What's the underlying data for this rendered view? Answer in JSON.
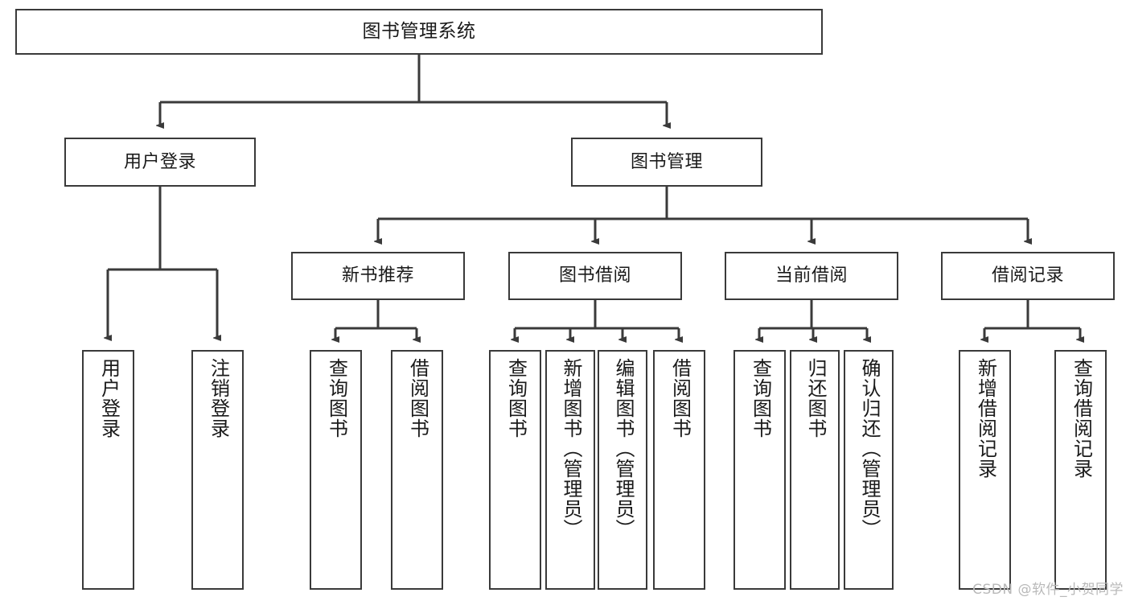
{
  "diagram": {
    "title": "图书管理系统",
    "watermark": "CSDN @软件_小贺同学",
    "stroke_color": "#3a3a3a",
    "text_color": "#1a1a1a",
    "background_color": "#ffffff",
    "nodes": {
      "root": {
        "label": "图书管理系统"
      },
      "level2": [
        {
          "label": "用户登录"
        },
        {
          "label": "图书管理"
        }
      ],
      "level3": [
        {
          "label": "新书推荐"
        },
        {
          "label": "图书借阅"
        },
        {
          "label": "当前借阅"
        },
        {
          "label": "借阅记录"
        }
      ],
      "leaves": {
        "user_login": [
          {
            "label": "用户登录"
          },
          {
            "label": "注销登录"
          }
        ],
        "new_book_recommend": [
          {
            "label": "查询图书"
          },
          {
            "label": "借阅图书"
          }
        ],
        "book_borrow": [
          {
            "label": "查询图书"
          },
          {
            "label": "新增图书（管理员）"
          },
          {
            "label": "编辑图书（管理员）"
          },
          {
            "label": "借阅图书"
          }
        ],
        "current_borrow": [
          {
            "label": "查询图书"
          },
          {
            "label": "归还图书"
          },
          {
            "label": "确认归还（管理员）"
          }
        ],
        "borrow_record": [
          {
            "label": "新增借阅记录"
          },
          {
            "label": "查询借阅记录"
          }
        ]
      }
    }
  }
}
